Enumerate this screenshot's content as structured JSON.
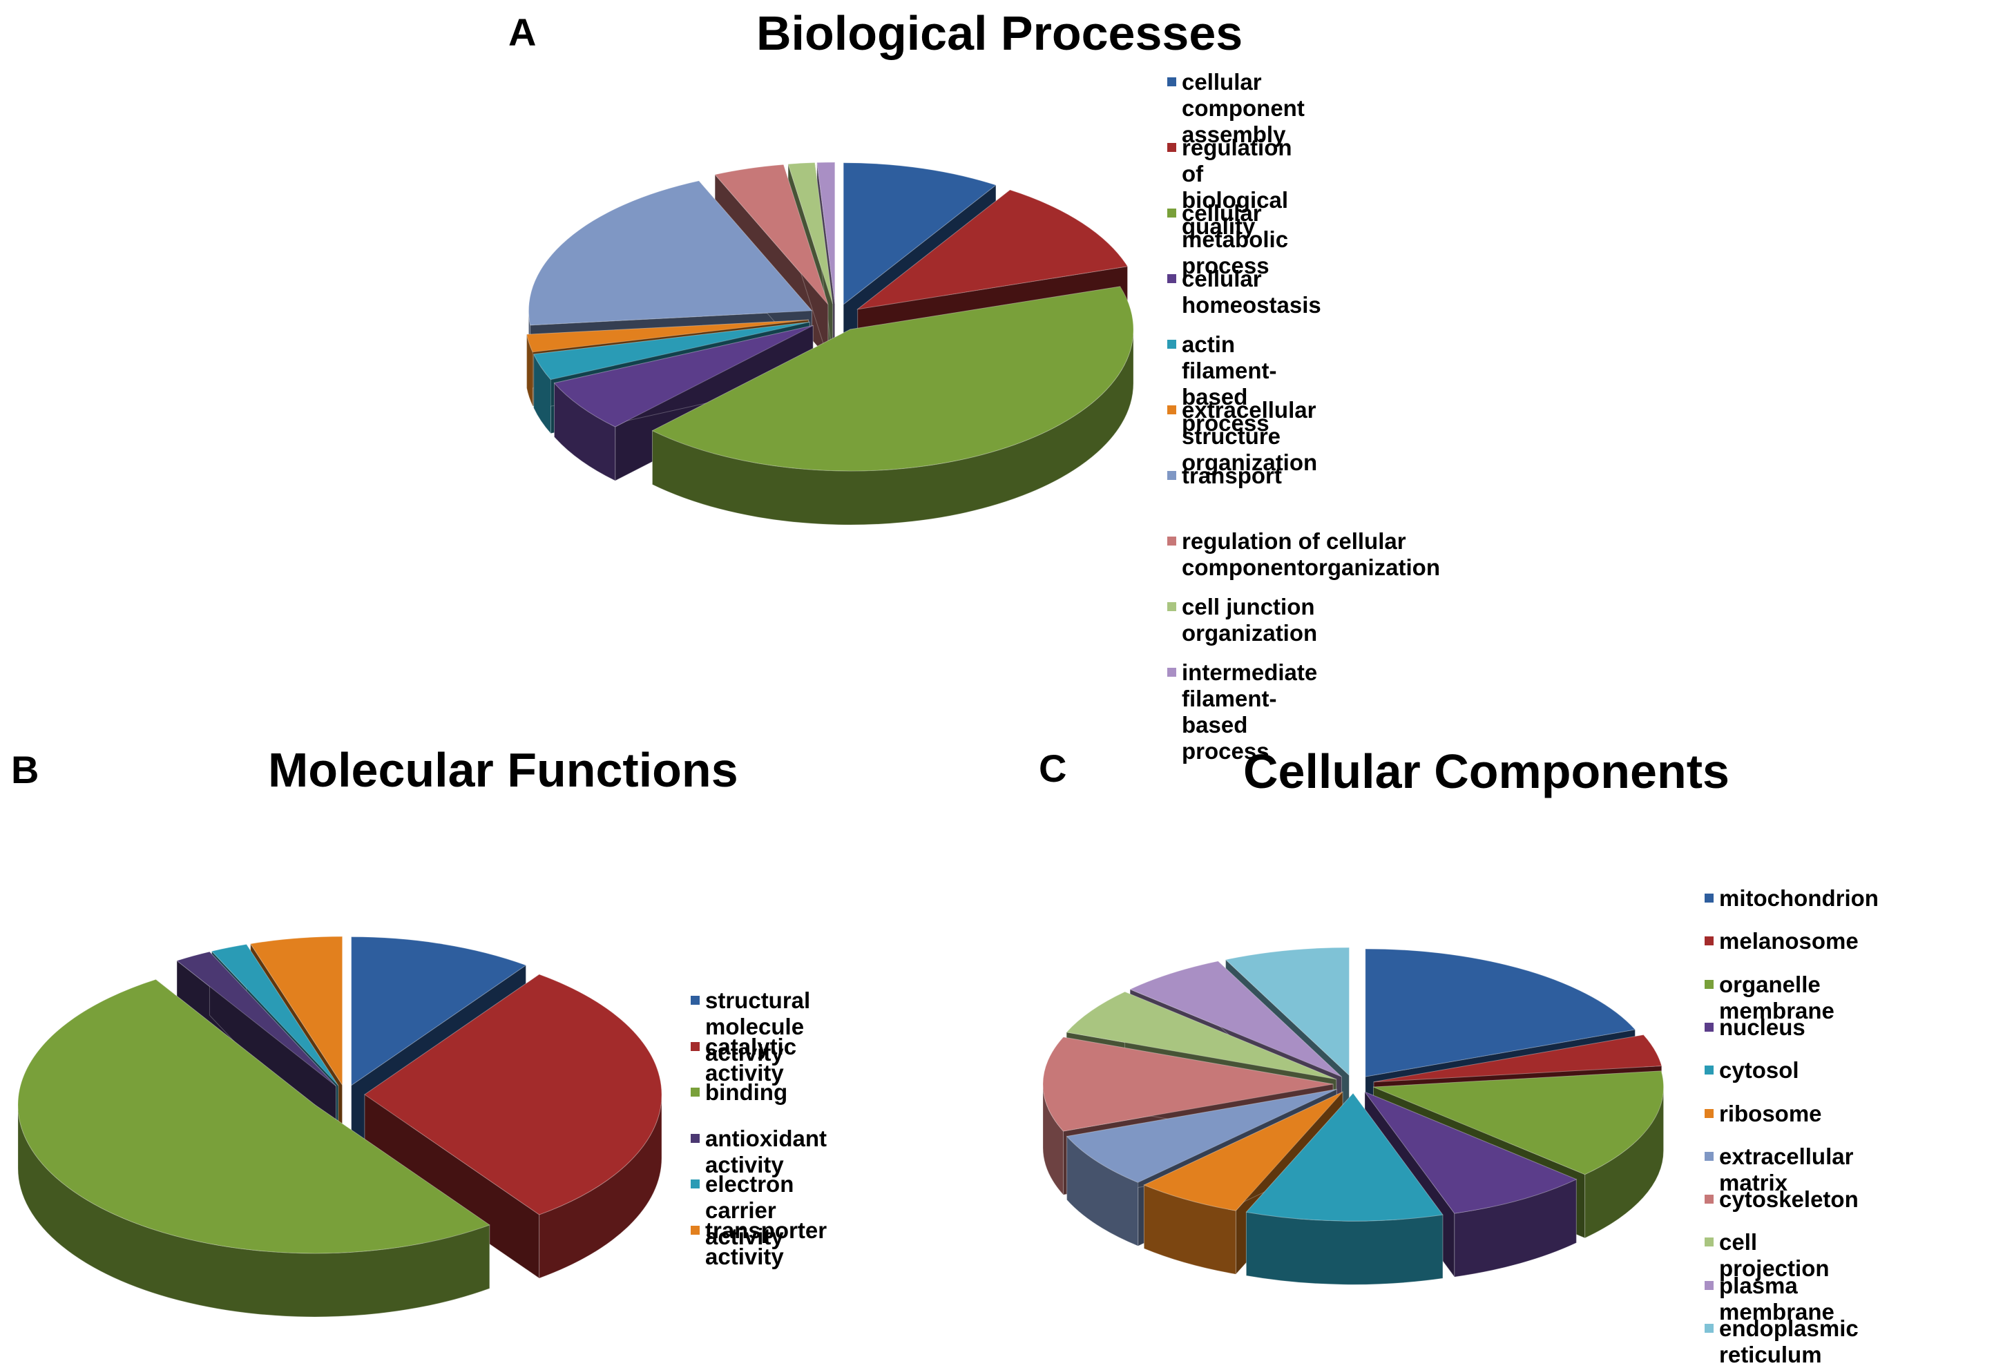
{
  "panels": [
    {
      "letter": "A",
      "title": "Biological Processes"
    },
    {
      "letter": "B",
      "title": "Molecular Functions"
    },
    {
      "letter": "C",
      "title": "Cellular Components"
    }
  ],
  "chart_data": [
    {
      "type": "pie",
      "title": "Biological Processes",
      "legend_position": "right",
      "categories": [
        "cellular component assembly",
        "regulation of biological quality",
        "cellular metabolic process",
        "cellular homeostasis",
        "actin filament-based process",
        "extracellular structure organization",
        "transport",
        "regulation of cellular component organization",
        "cell junction organization",
        "intermediate filament-based process"
      ],
      "legend_labels": [
        "cellular component assembly",
        "regulation of biological quality",
        "cellular metabolic process",
        "cellular homeostasis",
        "actin filament-based process",
        "extracellular structure\norganization",
        "transport",
        "regulation of cellular\ncomponentorganization",
        "cell junction organization",
        "intermediate filament-based\nprocess"
      ],
      "values": [
        9,
        11,
        42,
        6,
        3,
        2,
        20,
        4,
        1.5,
        1
      ],
      "colors": [
        "#2E5E9E",
        "#A32B2B",
        "#79A03A",
        "#5B3D8A",
        "#2A9BB5",
        "#E2801E",
        "#7F97C4",
        "#C77878",
        "#A9C580",
        "#A98FC4"
      ]
    },
    {
      "type": "pie",
      "title": "Molecular Functions",
      "legend_position": "right",
      "categories": [
        "structural molecule activity",
        "catalytic activity",
        "binding",
        "antioxidant activity",
        "electron carrier activity",
        "transporter activity"
      ],
      "legend_labels": [
        "structural molecule activity",
        "catalytic activity",
        "binding",
        "antioxidant activity",
        "electron carrier activity",
        "transporter activity"
      ],
      "values": [
        10,
        30,
        51,
        2,
        2,
        5
      ],
      "colors": [
        "#2E5E9E",
        "#A32B2B",
        "#79A03A",
        "#4B3872",
        "#2A9BB5",
        "#E2801E"
      ]
    },
    {
      "type": "pie",
      "title": "Cellular Components",
      "legend_position": "right",
      "categories": [
        "mitochondrion",
        "melanosome",
        "organelle membrane",
        "nucleus",
        "cytosol",
        "ribosome",
        "extracellular matrix",
        "cytoskeleton",
        "cell projection",
        "plasma membrane",
        "endoplasmic reticulum"
      ],
      "legend_labels": [
        "mitochondrion",
        "melanosome",
        "organelle membrane",
        "nucleus",
        "cytosol",
        "ribosome",
        "extracellular matrix",
        "cytoskeleton",
        "cell projection",
        "plasma membrane",
        "endoplasmic reticulum"
      ],
      "values": [
        19,
        4,
        14,
        8,
        11,
        6,
        7,
        12,
        6,
        6,
        7
      ],
      "colors": [
        "#2E5E9E",
        "#A32B2B",
        "#79A03A",
        "#5B3D8A",
        "#2A9BB5",
        "#E2801E",
        "#7F97C4",
        "#C77878",
        "#A9C580",
        "#A98FC4",
        "#7FC2D6"
      ]
    }
  ]
}
